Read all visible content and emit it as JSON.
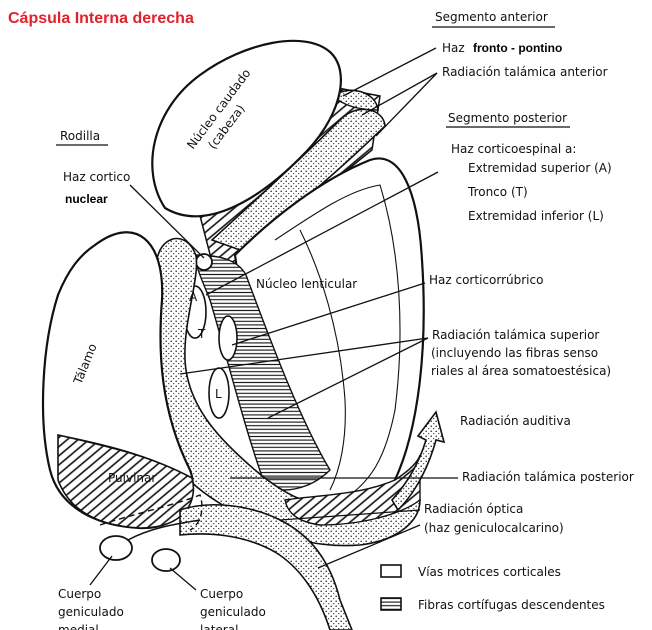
{
  "title": {
    "text": "Cápsula Interna derecha",
    "color": "#e3212b"
  },
  "labels": {
    "segmento_anterior": "Segmento anterior",
    "haz_prefix": "Haz",
    "fronto_pontino": "fronto - pontino",
    "radiacion_talamica_anterior": "Radiación talámica anterior",
    "segmento_posterior": "Segmento posterior",
    "haz_corticoespinal": "Haz corticoespinal a:",
    "extremidad_superior": "Extremidad superior (A)",
    "tronco": "Tronco (T)",
    "extremidad_inferior": "Extremidad inferior (L)",
    "rodilla": "Rodilla",
    "haz_cortico": "Haz cortico",
    "nuclear": "nuclear",
    "nucleo_caudado_1": "Núcleo caudado",
    "nucleo_caudado_2": "(cabeza)",
    "nucleo_lenticular": "Núcleo lenticular",
    "haz_corticorrubrico": "Haz corticorrúbrico",
    "radiacion_talamica_superior": "Radiación talámica superior",
    "incluyendo_1": "(incluyendo las fibras senso",
    "incluyendo_2": "riales al área somatoestésica)",
    "talamo": "Tálamo",
    "radiacion_auditiva": "Radiación auditiva",
    "pulvinar": "Pulvinar",
    "radiacion_talamica_posterior": "Radiación talámica posterior",
    "radiacion_optica_1": "Radiación óptica",
    "radiacion_optica_2": "(haz geniculocalcarino)",
    "cuerpo_medial_1": "Cuerpo",
    "cuerpo_medial_2": "geniculado",
    "cuerpo_medial_3": "medial",
    "cuerpo_lateral_1": "Cuerpo",
    "cuerpo_lateral_2": "geniculado",
    "cuerpo_lateral_3": "lateral",
    "letter_a": "A",
    "letter_t": "T",
    "letter_l": "L"
  },
  "legend": {
    "vias_motrices": "Vías motrices corticales",
    "fibras_cortifugas": "Fibras cortífugas descendentes"
  }
}
